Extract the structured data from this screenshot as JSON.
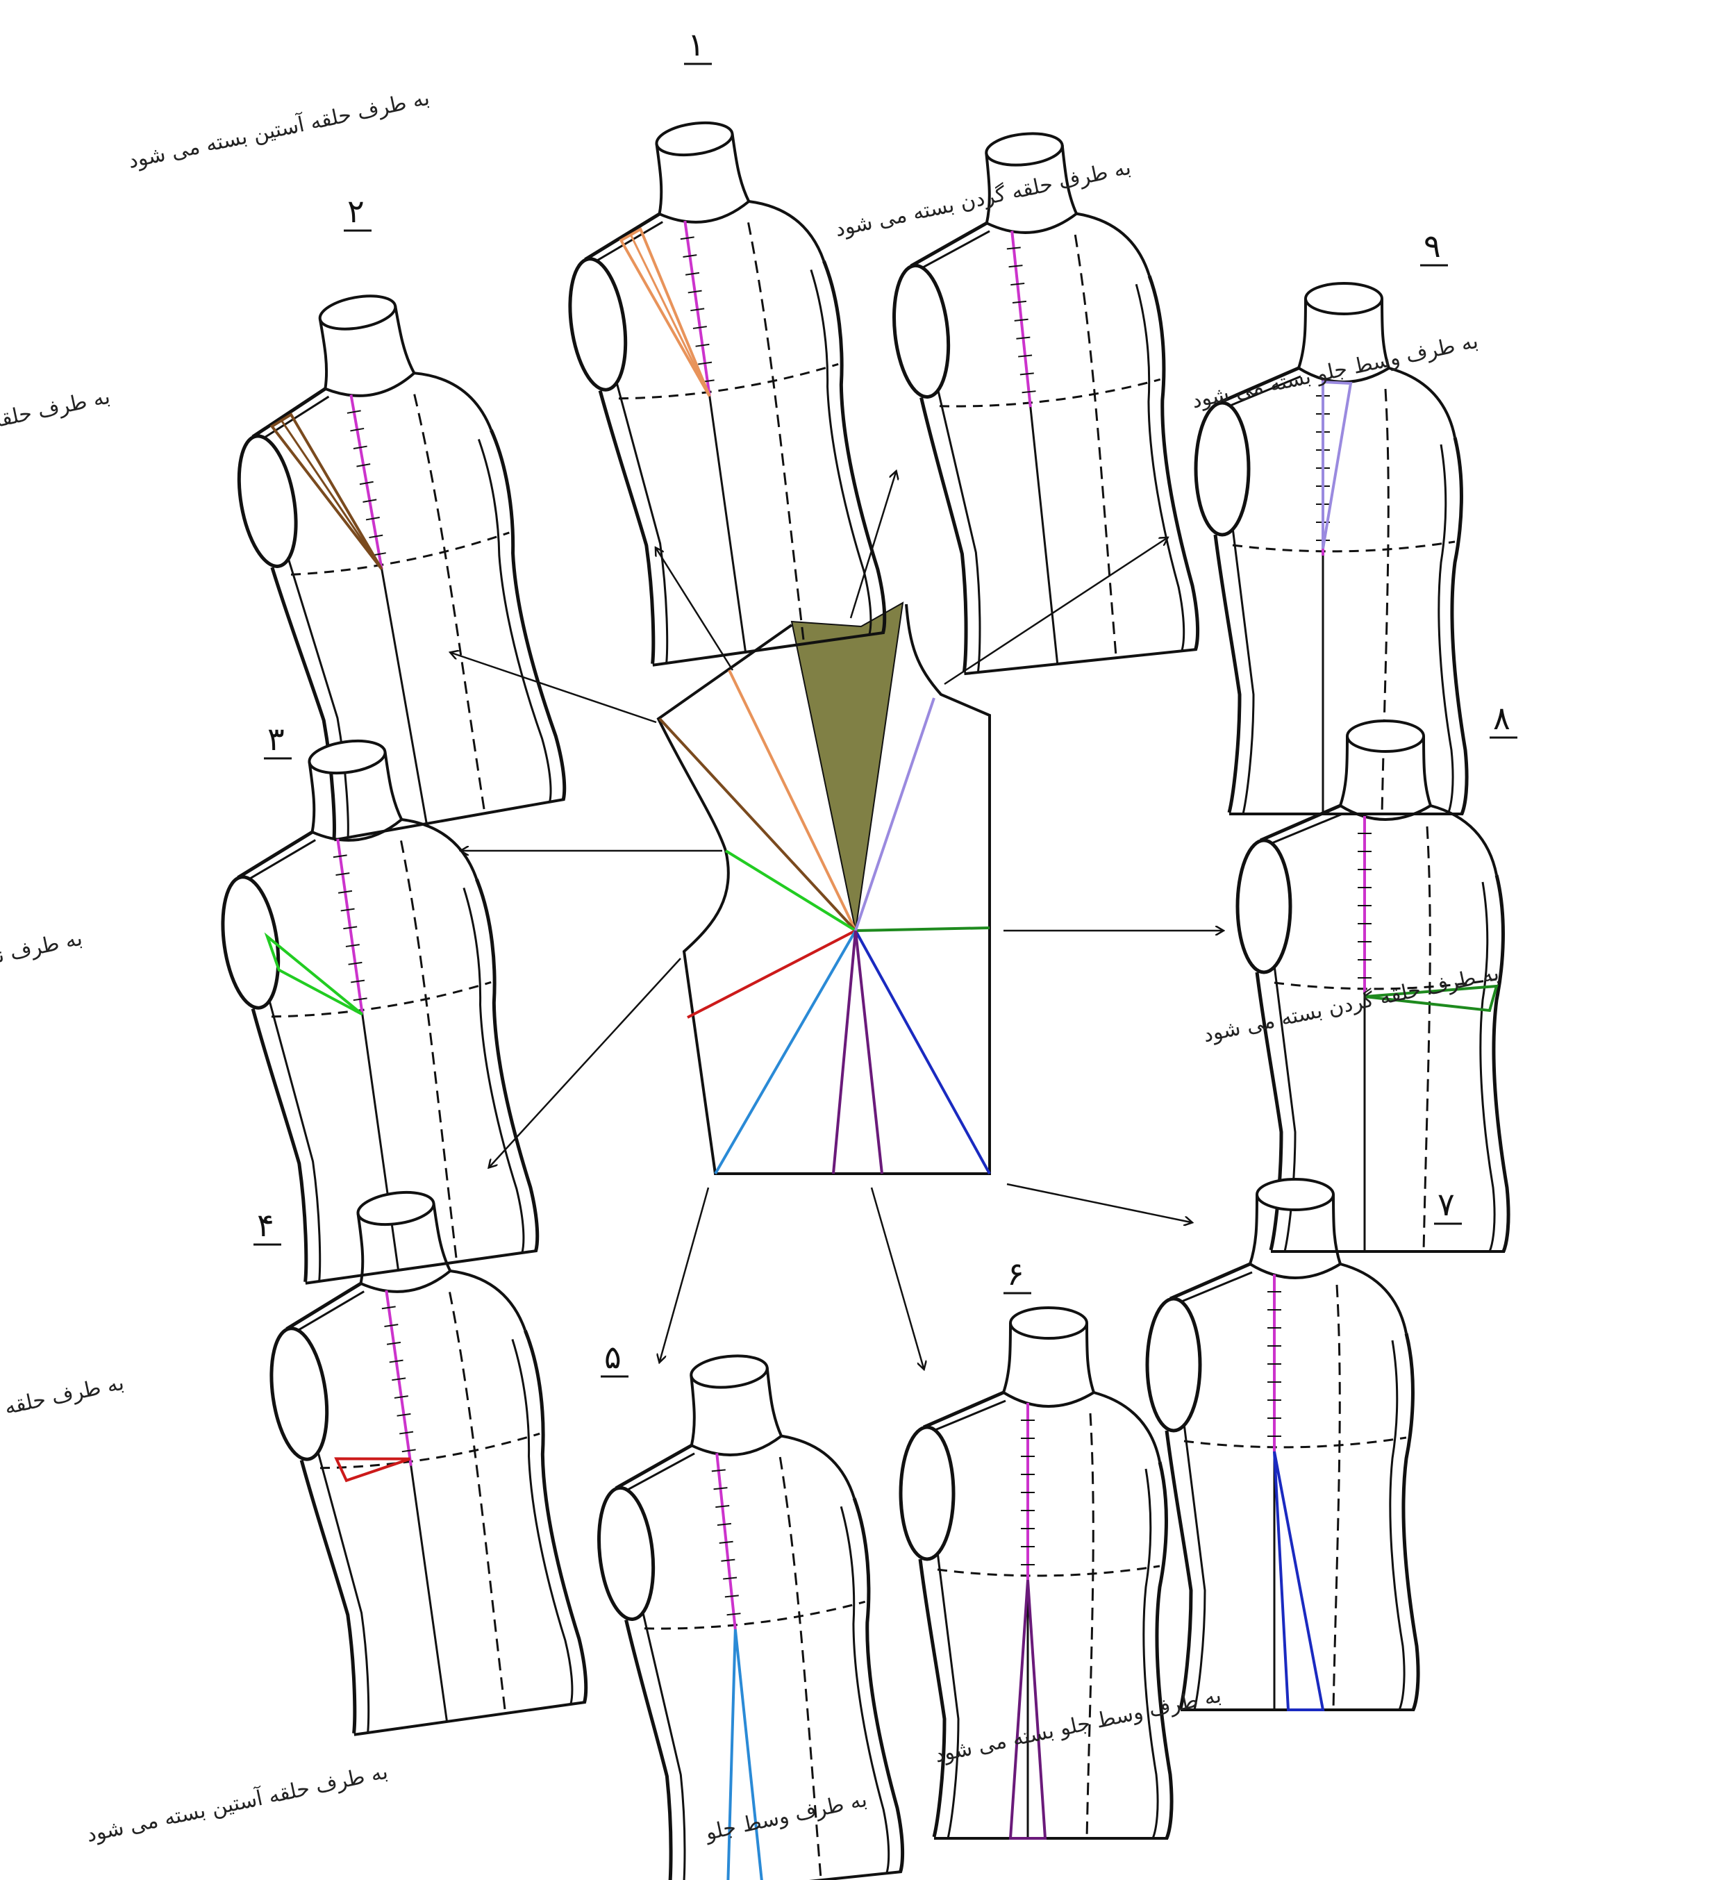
{
  "diagram": {
    "center": {
      "shaded_dart_color": "#808045",
      "line_colors": {
        "shoulder_1": "#e8935a",
        "shoulder_2": "#7a4a1e",
        "armhole_3": "#22cc22",
        "side_4": "#cc1a1a",
        "waist_5": "#2a8ad6",
        "waist_6": "#6a1a7a",
        "waist_7": "#1a2ac0",
        "side_8": "#1e8a1e",
        "neck_9": "#9a8adf"
      }
    },
    "variants": [
      {
        "number": "۱",
        "note": "به طرف حلقه آستین بسته می شود",
        "dart_color": "#e8935a"
      },
      {
        "number": "۲",
        "note": "به طرف حلقه آستین بسته می شود",
        "dart_color": "#7a4a1e"
      },
      {
        "number": "۳",
        "note": "به طرف نوشانه بسته می شود",
        "dart_color": "#22cc22"
      },
      {
        "number": "۴",
        "note": "به طرف حلقه آستین بسته می شود",
        "dart_color": "#cc1a1a"
      },
      {
        "number": "۵",
        "note": "به طرف حلقه آستین بسته می شود",
        "dart_color": "#2a8ad6"
      },
      {
        "number": "۶",
        "note": "به طرف وسط جلو",
        "dart_color": "#6a1a7a"
      },
      {
        "number": "۷",
        "note": "به طرف وسط جلو بسته می شود",
        "dart_color": "#1a2ac0"
      },
      {
        "number": "۸",
        "note": "به طرف حلقه گردن بسته می شود",
        "dart_color": "#1e8a1e"
      },
      {
        "number": "۹",
        "note": "به طرف وسط جلو بسته می شود",
        "dart_color": "#9a8adf"
      },
      {
        "number": "",
        "note": "به طرف حلقه گردن بسته می شود",
        "dart_color": "#cc33cc"
      }
    ],
    "center_front_line_color": "#cc33cc"
  }
}
